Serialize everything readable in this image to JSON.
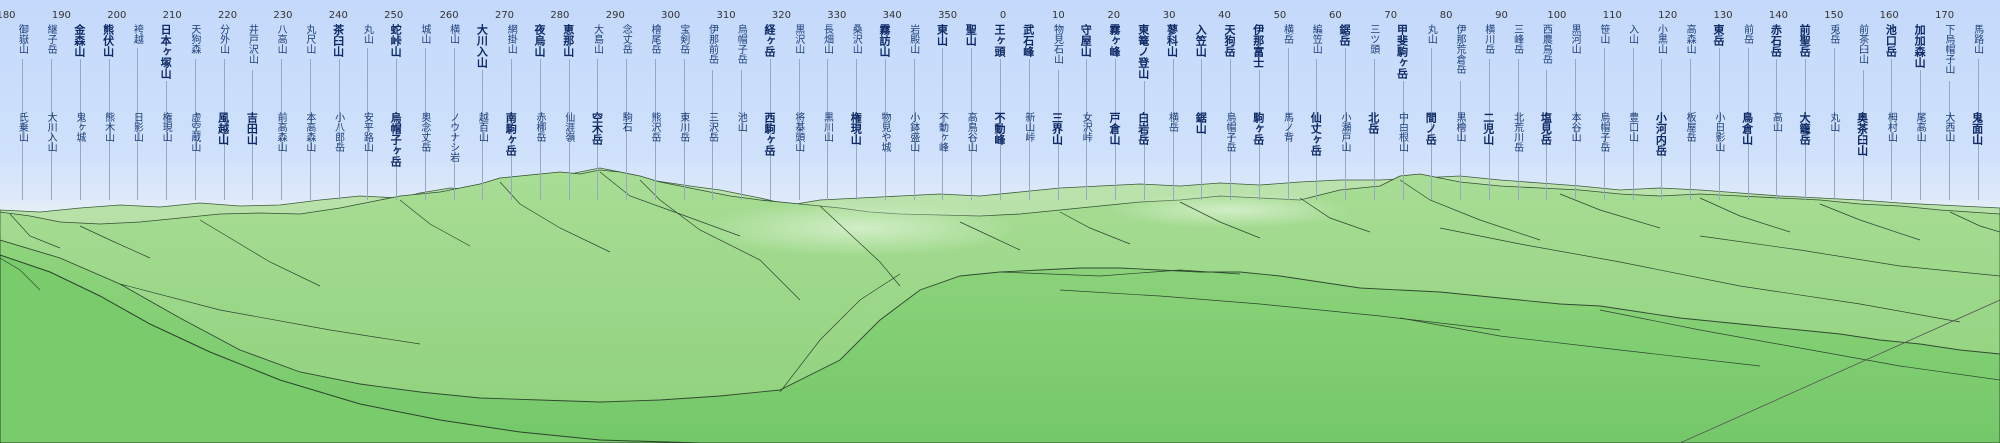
{
  "compass_ticks": [
    "180",
    "190",
    "200",
    "210",
    "220",
    "230",
    "240",
    "250",
    "260",
    "270",
    "280",
    "290",
    "300",
    "310",
    "320",
    "330",
    "340",
    "350",
    "0",
    "10",
    "20",
    "30",
    "40",
    "50",
    "60",
    "70",
    "80",
    "90",
    "100",
    "110",
    "120",
    "130",
    "140",
    "150",
    "160",
    "170"
  ],
  "peaks_upper": [
    {
      "name": "御嶽山",
      "big": false
    },
    {
      "name": "継子岳",
      "big": false
    },
    {
      "name": "金森山",
      "big": true
    },
    {
      "name": "熊伏山",
      "big": true
    },
    {
      "name": "袴越",
      "big": false
    },
    {
      "name": "日本ヶ塚山",
      "big": true
    },
    {
      "name": "天狗森",
      "big": false
    },
    {
      "name": "分外山",
      "big": false
    },
    {
      "name": "井戸沢山",
      "big": false
    },
    {
      "name": "八高山",
      "big": false
    },
    {
      "name": "丸尺山",
      "big": false
    },
    {
      "name": "茶臼山",
      "big": true
    },
    {
      "name": "丸山",
      "big": false
    },
    {
      "name": "蛇峠山",
      "big": true
    },
    {
      "name": "城山",
      "big": false
    },
    {
      "name": "横山",
      "big": false
    },
    {
      "name": "大川入山",
      "big": true
    },
    {
      "name": "網掛山",
      "big": false
    },
    {
      "name": "夜烏山",
      "big": true
    },
    {
      "name": "恵那山",
      "big": true
    },
    {
      "name": "大島山",
      "big": false
    },
    {
      "name": "念丈岳",
      "big": false
    },
    {
      "name": "檜尾岳",
      "big": false
    },
    {
      "name": "宝剣岳",
      "big": false
    },
    {
      "name": "伊那前岳",
      "big": false
    },
    {
      "name": "烏帽子岳",
      "big": false
    },
    {
      "name": "経ヶ岳",
      "big": true
    },
    {
      "name": "黒沢山",
      "big": false
    },
    {
      "name": "長畑山",
      "big": false
    },
    {
      "name": "桑沢山",
      "big": false
    },
    {
      "name": "霧訪山",
      "big": true
    },
    {
      "name": "岩殿山",
      "big": false
    },
    {
      "name": "東山",
      "big": true
    },
    {
      "name": "聖山",
      "big": true
    },
    {
      "name": "王ヶ頭",
      "big": true
    },
    {
      "name": "武石峰",
      "big": true
    },
    {
      "name": "物見石山",
      "big": false
    },
    {
      "name": "守屋山",
      "big": true
    },
    {
      "name": "霧ヶ峰",
      "big": true
    },
    {
      "name": "東篭ノ登山",
      "big": true
    },
    {
      "name": "蓼科山",
      "big": true
    },
    {
      "name": "入笠山",
      "big": true
    },
    {
      "name": "天狗岳",
      "big": true
    },
    {
      "name": "伊那富士",
      "big": true
    },
    {
      "name": "横岳",
      "big": false
    },
    {
      "name": "編笠山",
      "big": false
    },
    {
      "name": "鋸岳",
      "big": true
    },
    {
      "name": "三ツ頭",
      "big": false
    },
    {
      "name": "甲斐駒ヶ岳",
      "big": true
    },
    {
      "name": "丸山",
      "big": false
    },
    {
      "name": "伊那荒倉岳",
      "big": false
    },
    {
      "name": "横川岳",
      "big": false
    },
    {
      "name": "三峰岳",
      "big": false
    },
    {
      "name": "西農鳥岳",
      "big": false
    },
    {
      "name": "黒河山",
      "big": false
    },
    {
      "name": "笹山",
      "big": false
    },
    {
      "name": "入山",
      "big": false
    },
    {
      "name": "小黒山",
      "big": false
    },
    {
      "name": "高森山",
      "big": false
    },
    {
      "name": "東岳",
      "big": true
    },
    {
      "name": "前岳",
      "big": false
    },
    {
      "name": "赤石岳",
      "big": true
    },
    {
      "name": "前聖岳",
      "big": true
    },
    {
      "name": "兎岳",
      "big": false
    },
    {
      "name": "前茶臼山",
      "big": false
    },
    {
      "name": "池口岳",
      "big": true
    },
    {
      "name": "加加森山",
      "big": true
    },
    {
      "name": "下烏帽子山",
      "big": false
    },
    {
      "name": "馬路山",
      "big": false
    }
  ],
  "peaks_lower": [
    {
      "name": "氏乗山",
      "big": false
    },
    {
      "name": "大川入山",
      "big": false
    },
    {
      "name": "鬼ヶ城",
      "big": false
    },
    {
      "name": "熊木山",
      "big": false
    },
    {
      "name": "日影山",
      "big": false
    },
    {
      "name": "権現山",
      "big": false
    },
    {
      "name": "虚空蔵山",
      "big": false
    },
    {
      "name": "風越山",
      "big": true
    },
    {
      "name": "吉田山",
      "big": true
    },
    {
      "name": "前高森山",
      "big": false
    },
    {
      "name": "本高森山",
      "big": false
    },
    {
      "name": "小八郎岳",
      "big": false
    },
    {
      "name": "安平路山",
      "big": false
    },
    {
      "name": "烏帽子ヶ岳",
      "big": true
    },
    {
      "name": "奥念丈岳",
      "big": false
    },
    {
      "name": "ノウナシ岩",
      "big": false
    },
    {
      "name": "越百山",
      "big": false
    },
    {
      "name": "南駒ヶ岳",
      "big": true
    },
    {
      "name": "赤梛岳",
      "big": false
    },
    {
      "name": "仙涯嶺",
      "big": false
    },
    {
      "name": "空木岳",
      "big": true
    },
    {
      "name": "駒石",
      "big": false
    },
    {
      "name": "熊沢岳",
      "big": false
    },
    {
      "name": "東川岳",
      "big": false
    },
    {
      "name": "三沢岳",
      "big": false
    },
    {
      "name": "池山",
      "big": false
    },
    {
      "name": "西駒ヶ岳",
      "big": true
    },
    {
      "name": "将棊頭山",
      "big": false
    },
    {
      "name": "黒川山",
      "big": false
    },
    {
      "name": "権現山",
      "big": true
    },
    {
      "name": "物見や城",
      "big": false
    },
    {
      "name": "小鉢盛山",
      "big": false
    },
    {
      "name": "不動ヶ峰",
      "big": false
    },
    {
      "name": "高鳥谷山",
      "big": false
    },
    {
      "name": "不動峰",
      "big": true
    },
    {
      "name": "新山峠",
      "big": false
    },
    {
      "name": "三界山",
      "big": true
    },
    {
      "name": "女沢峠",
      "big": false
    },
    {
      "name": "戸倉山",
      "big": true
    },
    {
      "name": "白岩岳",
      "big": true
    },
    {
      "name": "横岳",
      "big": false
    },
    {
      "name": "鋸山",
      "big": true
    },
    {
      "name": "烏帽子岳",
      "big": false
    },
    {
      "name": "駒ヶ岳",
      "big": true
    },
    {
      "name": "馬ノ背",
      "big": false
    },
    {
      "name": "仙丈ヶ岳",
      "big": true
    },
    {
      "name": "小瀬戸山",
      "big": false
    },
    {
      "name": "北岳",
      "big": true
    },
    {
      "name": "中白根山",
      "big": false
    },
    {
      "name": "間ノ岳",
      "big": true
    },
    {
      "name": "黒檜山",
      "big": false
    },
    {
      "name": "二児山",
      "big": true
    },
    {
      "name": "北荒川岳",
      "big": false
    },
    {
      "name": "塩見岳",
      "big": true
    },
    {
      "name": "本谷山",
      "big": false
    },
    {
      "name": "烏帽子岳",
      "big": false
    },
    {
      "name": "豊口山",
      "big": false
    },
    {
      "name": "小河内岳",
      "big": true
    },
    {
      "name": "板屋岳",
      "big": false
    },
    {
      "name": "小日影山",
      "big": false
    },
    {
      "name": "鳥倉山",
      "big": true
    },
    {
      "name": "高山",
      "big": false
    },
    {
      "name": "大籠岳",
      "big": true
    },
    {
      "name": "丸山",
      "big": false
    },
    {
      "name": "奥茶臼山",
      "big": true
    },
    {
      "name": "栂村山",
      "big": false
    },
    {
      "name": "尾高山",
      "big": false
    },
    {
      "name": "大西山",
      "big": false
    },
    {
      "name": "鬼面山",
      "big": true
    }
  ]
}
